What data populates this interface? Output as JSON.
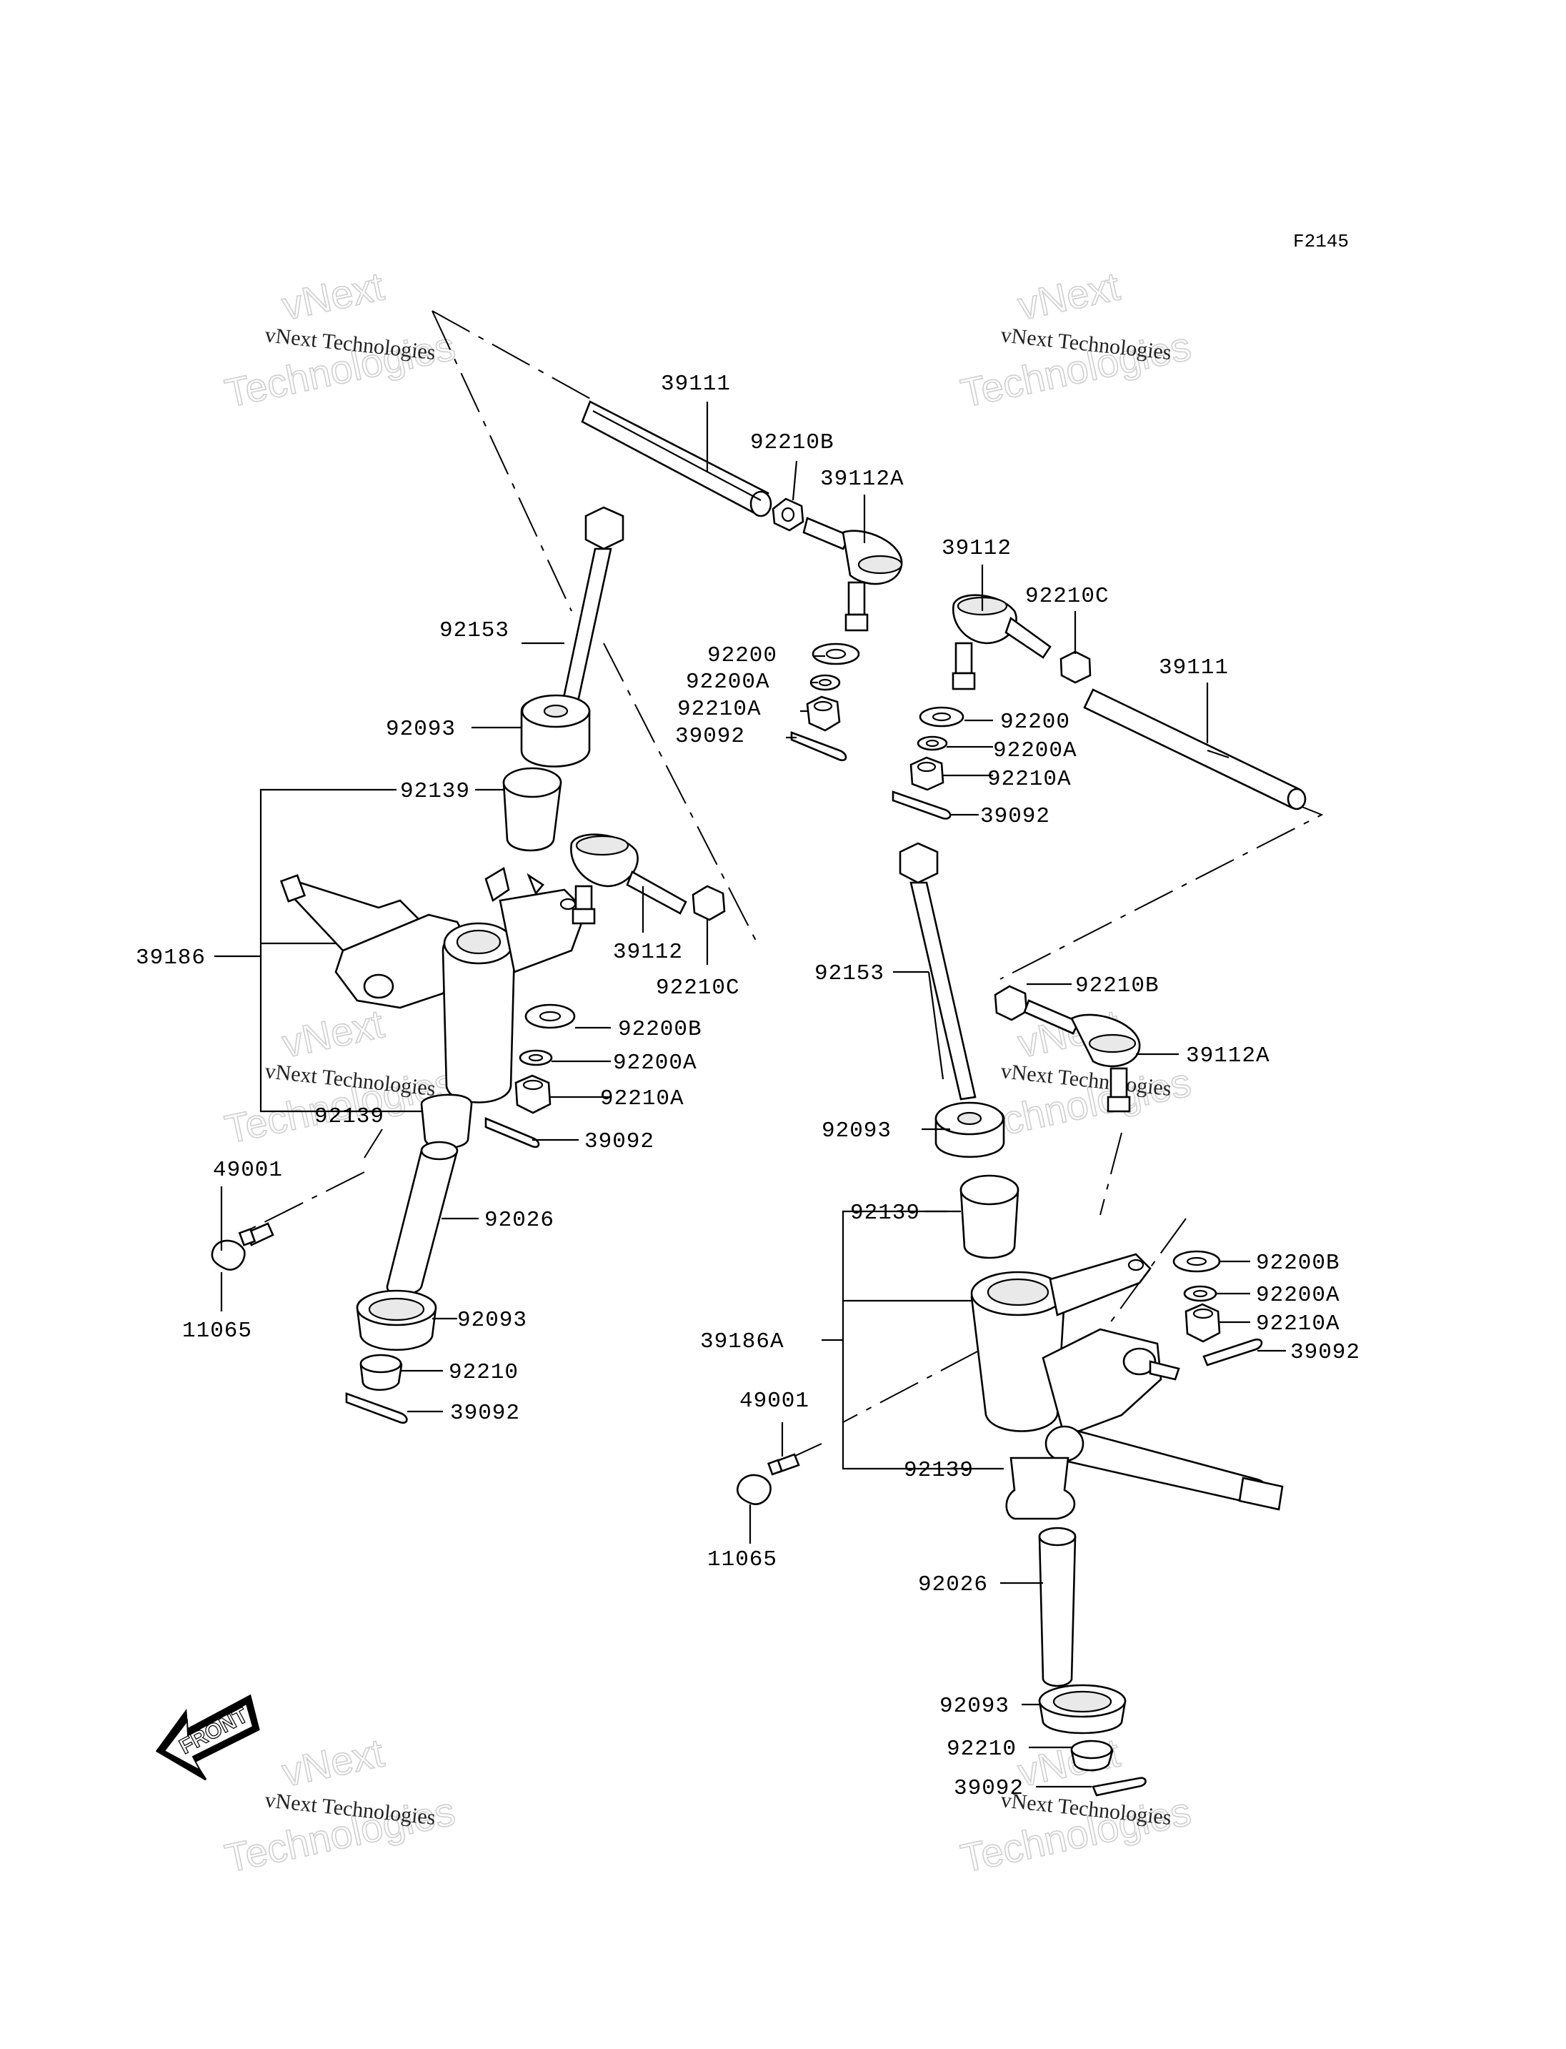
{
  "diagram_code": "F2145",
  "front_label": "FRONT",
  "watermark": {
    "line1": "vNext Technologies",
    "line2": "vNext",
    "line3": "Technologies"
  },
  "labels": [
    "39111",
    "92210B",
    "39112A",
    "92153",
    "92200",
    "92200A",
    "92210A",
    "39092",
    "39112",
    "92210C",
    "39111",
    "92200",
    "92200A",
    "92210A",
    "39092",
    "92093",
    "92139",
    "39186",
    "39112",
    "92210C",
    "92200B",
    "92200A",
    "92210A",
    "92139",
    "39092",
    "49001",
    "92026",
    "11065",
    "92093",
    "92210",
    "39092",
    "92153",
    "92210B",
    "39112A",
    "92093",
    "92139",
    "92200B",
    "92200A",
    "92210A",
    "39092",
    "39186A",
    "49001",
    "92139",
    "11065",
    "92026",
    "92093",
    "92210",
    "39092"
  ]
}
